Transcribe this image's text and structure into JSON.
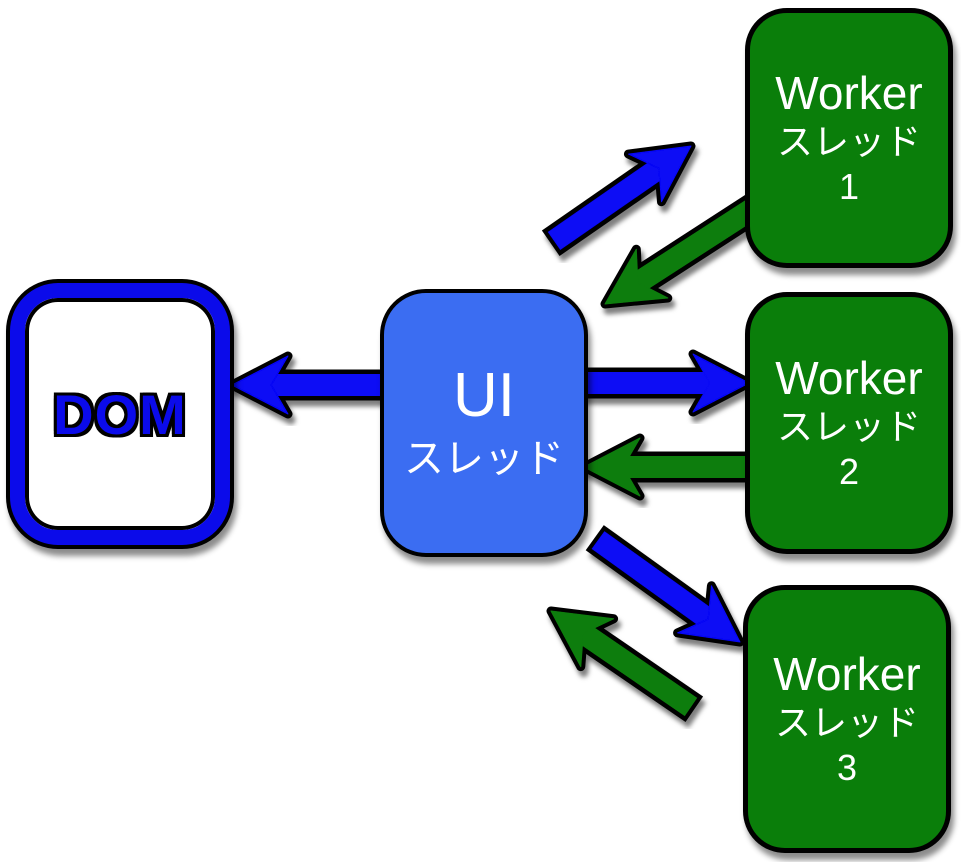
{
  "diagram": {
    "description": "UI thread and Worker threads message-passing diagram",
    "dom": {
      "label": "DOM"
    },
    "ui": {
      "title": "UI",
      "subtitle": "スレッド"
    },
    "workers": [
      {
        "title": "Worker",
        "subtitle": "スレッド",
        "number": "1"
      },
      {
        "title": "Worker",
        "subtitle": "スレッド",
        "number": "2"
      },
      {
        "title": "Worker",
        "subtitle": "スレッド",
        "number": "3"
      }
    ],
    "arrows": [
      {
        "name": "ui-to-dom",
        "color": "blue"
      },
      {
        "name": "ui-to-worker1",
        "color": "blue"
      },
      {
        "name": "worker1-to-ui",
        "color": "green"
      },
      {
        "name": "ui-to-worker2",
        "color": "blue"
      },
      {
        "name": "worker2-to-ui",
        "color": "green"
      },
      {
        "name": "ui-to-worker3",
        "color": "blue"
      },
      {
        "name": "worker3-to-ui",
        "color": "green"
      }
    ],
    "colors": {
      "arrow_blue": "#0707f5",
      "arrow_green": "#0d7d0d",
      "ui_box_fill": "#3b6df2",
      "worker_box_fill": "#0a7e0a",
      "dom_border_blue": "#0b0bea",
      "outline": "#000000",
      "box_text": "#ffffff",
      "background": "#ffffff"
    }
  }
}
